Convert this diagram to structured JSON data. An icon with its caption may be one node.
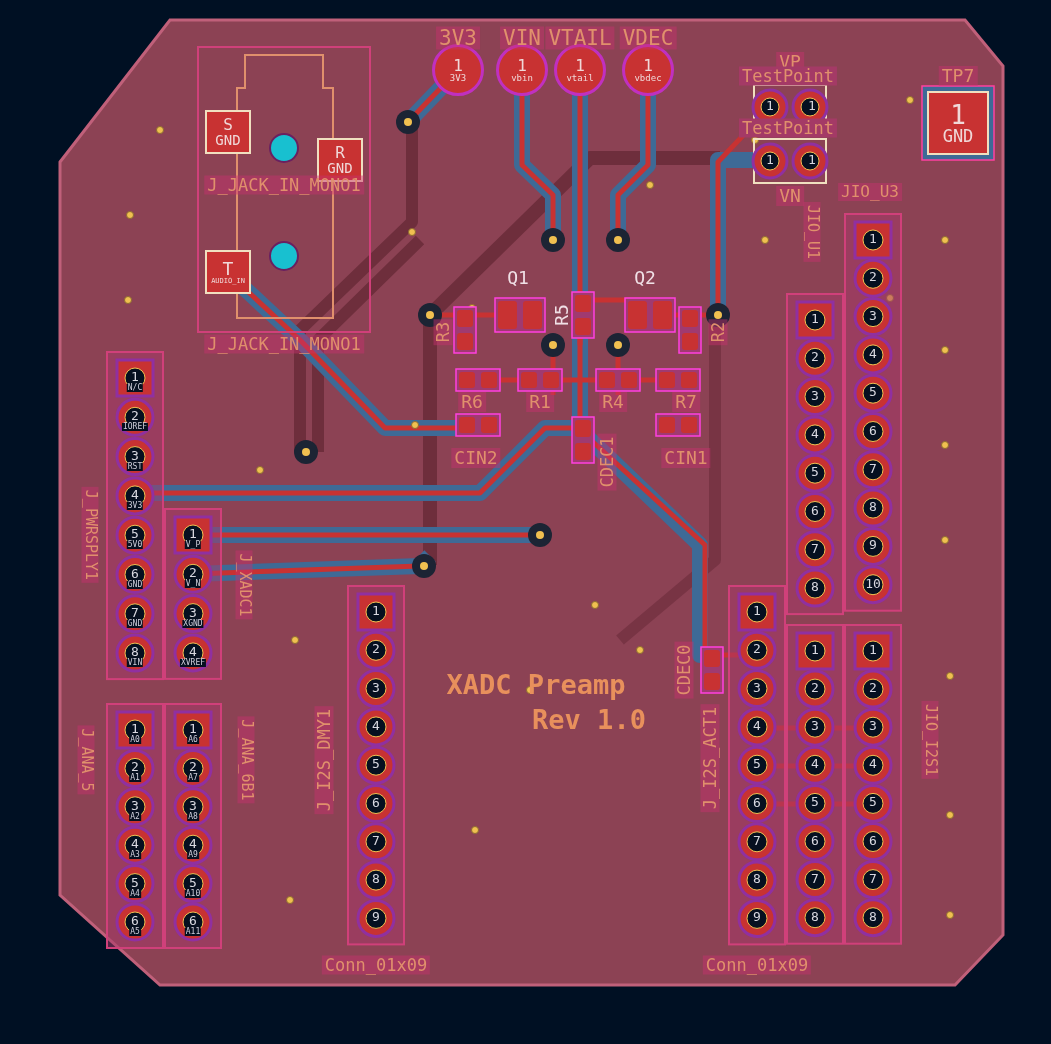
{
  "diagram": {
    "nodes": [
      {
        "text": [
          "1",
          "3V3"
        ],
        "beside": [
          "3V3"
        ]
      },
      {
        "text": [
          "1",
          "vbin"
        ],
        "beside": [
          "VIN"
        ]
      },
      {
        "text": [
          "1",
          "vtail"
        ],
        "beside": [
          "VTAIL"
        ]
      },
      {
        "text": [
          "1",
          "vbdec"
        ],
        "beside": [
          "VDEC"
        ]
      },
      {
        "text": [
          "1",
          "GND"
        ],
        "beside": [
          "TP7"
        ]
      },
      {
        "text": [
          "S",
          "GND"
        ]
      },
      {
        "text": [
          "R",
          "GND"
        ]
      },
      {
        "text": [
          "T",
          "AUDIO_IN"
        ]
      }
    ],
    "labels": [
      "VP",
      "TestPoint",
      "TestPoint",
      "VN",
      "J_JACK_IN_MONO1",
      "J_JACK_IN_MONO1",
      "Q1",
      "Q2",
      "R5",
      "R3",
      "R2",
      "R6",
      "R1",
      "R4",
      "R7",
      "CIN2",
      "CIN1",
      "CDEC1",
      "CDEC0",
      "XADC Preamp",
      "Rev 1.0",
      "J_PWRSPLY1",
      "J_XADC1",
      "J_ANA_5",
      "J_ANA_6B1",
      "JIO_U1",
      "JIO_U3",
      "JIO_I2S1",
      "J_I2S_DMY1",
      "J_I2S_ACT1",
      "Conn_01x09",
      "Conn_01x09",
      "1",
      "1",
      "1",
      "1",
      "1",
      "N/C",
      "2",
      "IOREF",
      "3",
      "RST",
      "4",
      "3V3",
      "5",
      "5V0",
      "6",
      "GND",
      "7",
      "GND",
      "8",
      "VIN",
      "1",
      "V_P",
      "2",
      "V_N",
      "3",
      "XGND",
      "4",
      "XVREF",
      "1",
      "A0",
      "2",
      "A1",
      "3",
      "A2",
      "4",
      "A3",
      "5",
      "A4",
      "6",
      "A5",
      "1",
      "A6",
      "2",
      "A7",
      "3",
      "A8",
      "4",
      "A9",
      "5",
      "A10",
      "6",
      "A11",
      "1",
      "2",
      "3",
      "4",
      "5",
      "6",
      "7",
      "8",
      "9",
      "1",
      "2",
      "3",
      "4",
      "5",
      "6",
      "7",
      "8",
      "9",
      "1",
      "2",
      "3",
      "4",
      "5",
      "6",
      "7",
      "8",
      "1",
      "2",
      "3",
      "4",
      "5",
      "6",
      "7",
      "8",
      "9",
      "10",
      "1",
      "2",
      "3",
      "4",
      "5",
      "6",
      "7",
      "8",
      "1",
      "2",
      "3",
      "4",
      "5",
      "6",
      "7",
      "8"
    ]
  }
}
